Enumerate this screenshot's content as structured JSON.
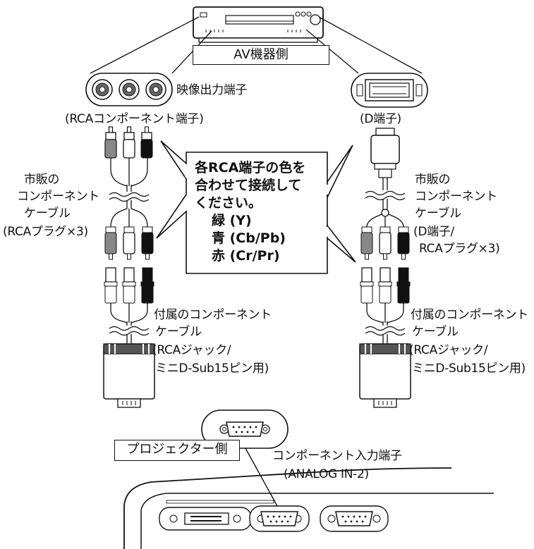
{
  "labels": {
    "av_side": "AV機器側",
    "video_output": "映像出力端子",
    "rca_component_terminal": "(RCAコンポーネント端子)",
    "d_terminal": "(D端子)",
    "projector_side": "プロジェクター側",
    "component_input": "コンポーネント入力端子",
    "analog_in": "(ANALOG IN-2)"
  },
  "left_cable": {
    "lines": [
      "市販の",
      "コンポーネント",
      "ケーブル",
      "(RCAプラグ×3)"
    ]
  },
  "right_cable": {
    "lines": [
      "市販の",
      "コンポーネント",
      "ケーブル",
      "(D端子/",
      "RCAプラグ×3)"
    ]
  },
  "left_attached": {
    "lines": [
      "付属のコンポーネント",
      "ケーブル",
      "(RCAジャック/",
      "ミニD-Sub15ピン用)"
    ]
  },
  "right_attached": {
    "lines": [
      "付属のコンポーネント",
      "ケーブル",
      "(RCAジャック/",
      "ミニD-Sub15ピン用)"
    ]
  },
  "callout": {
    "lines": [
      "各RCA端子の色を",
      "合わせて接続して",
      "ください。"
    ],
    "colors": [
      "緑 (Y)",
      "青 (Cb/Pb)",
      "赤 (Cr/Pr)"
    ]
  }
}
